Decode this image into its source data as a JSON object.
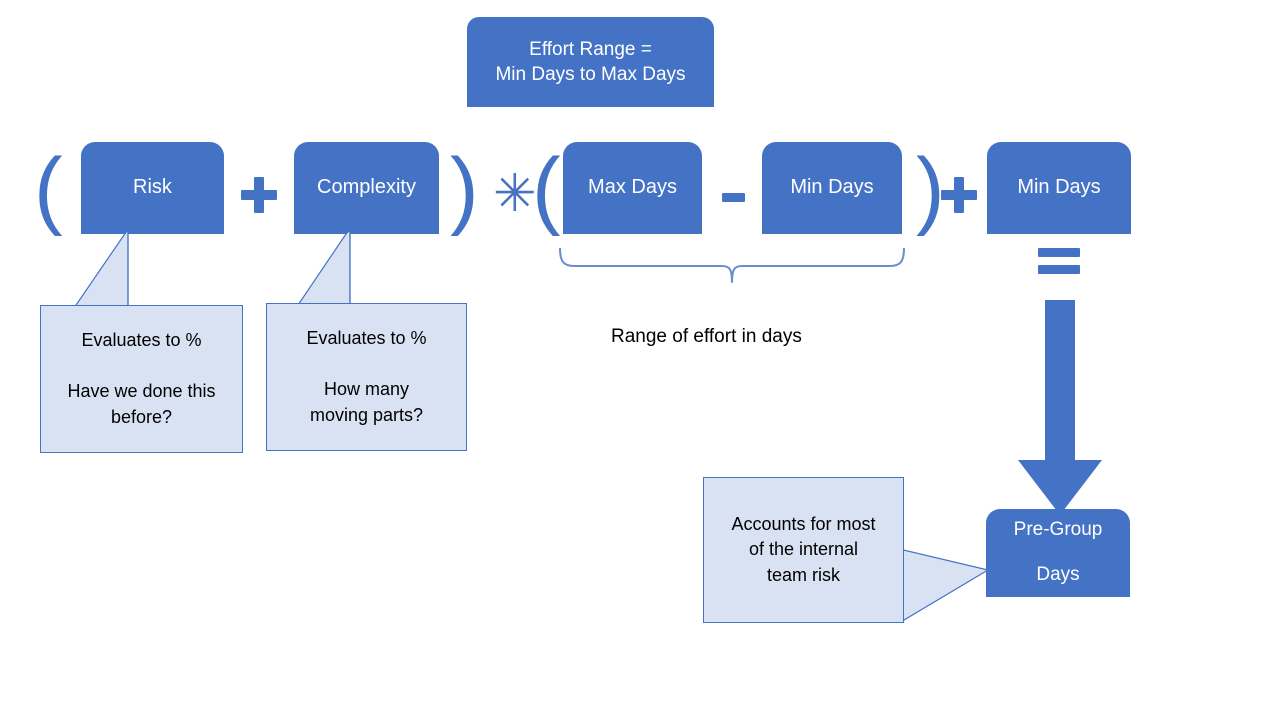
{
  "diagram": {
    "title_box": {
      "line1": "Effort Range =",
      "line2": "Min Days to Max Days"
    },
    "formula_nodes": {
      "risk": "Risk",
      "complexity": "Complexity",
      "max_days": "Max Days",
      "min_days_inner": "Min Days",
      "min_days_outer": "Min Days",
      "result": {
        "line1": "Pre-Group",
        "line2": "Days"
      }
    },
    "operators": {
      "open_paren_1": "(",
      "plus_1": "+",
      "close_paren_1": ")",
      "multiply": "✳",
      "open_paren_2": "(",
      "minus": "−",
      "close_paren_2": ")",
      "plus_2": "+",
      "equals": "="
    },
    "callouts": {
      "risk_note": {
        "line1": "Evaluates to %",
        "line2": "Have we done this",
        "line3": "before?"
      },
      "complexity_note": {
        "line1": "Evaluates to %",
        "line2": "How many",
        "line3": "moving parts?"
      },
      "result_note": {
        "line1": "Accounts for most",
        "line2": "of the internal",
        "line3": "team risk"
      }
    },
    "brace_caption": "Range of effort in days",
    "colors": {
      "accent_blue": "#4472C4",
      "callout_fill": "#D9E2F3",
      "callout_stroke": "#4472C4",
      "node_text": "#FFFFFF",
      "body_text": "#000000",
      "background": "#FFFFFF"
    }
  }
}
